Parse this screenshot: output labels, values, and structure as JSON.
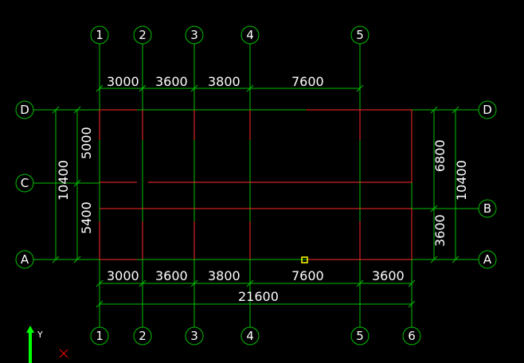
{
  "colors": {
    "background": "#000000",
    "grid": "#00c000",
    "wall": "#ff2a2a",
    "text": "#ffffff",
    "marker": "#ffff00",
    "ucs_y": "#00ff00",
    "ucs_x": "#ff0000"
  },
  "axes_top": [
    "1",
    "2",
    "3",
    "4",
    "5"
  ],
  "axes_bottom": [
    "1",
    "2",
    "3",
    "4",
    "5",
    "6"
  ],
  "rows_left": [
    "D",
    "C",
    "A"
  ],
  "rows_right": [
    "D",
    "B",
    "A"
  ],
  "dims_top": [
    "3000",
    "3600",
    "3800",
    "7600"
  ],
  "dims_bottom": [
    "3000",
    "3600",
    "3800",
    "7600",
    "3600"
  ],
  "dim_total": "21600",
  "dims_left": [
    "5000",
    "5400"
  ],
  "dim_left_total": "10400",
  "dims_right": [
    "6800",
    "3600"
  ],
  "dim_right_total": "10400",
  "ucs": {
    "y_label": "Y",
    "x_label": "X",
    "y_icon": "ucs-y-arrow-icon",
    "x_icon": "ucs-x-cross-icon"
  }
}
